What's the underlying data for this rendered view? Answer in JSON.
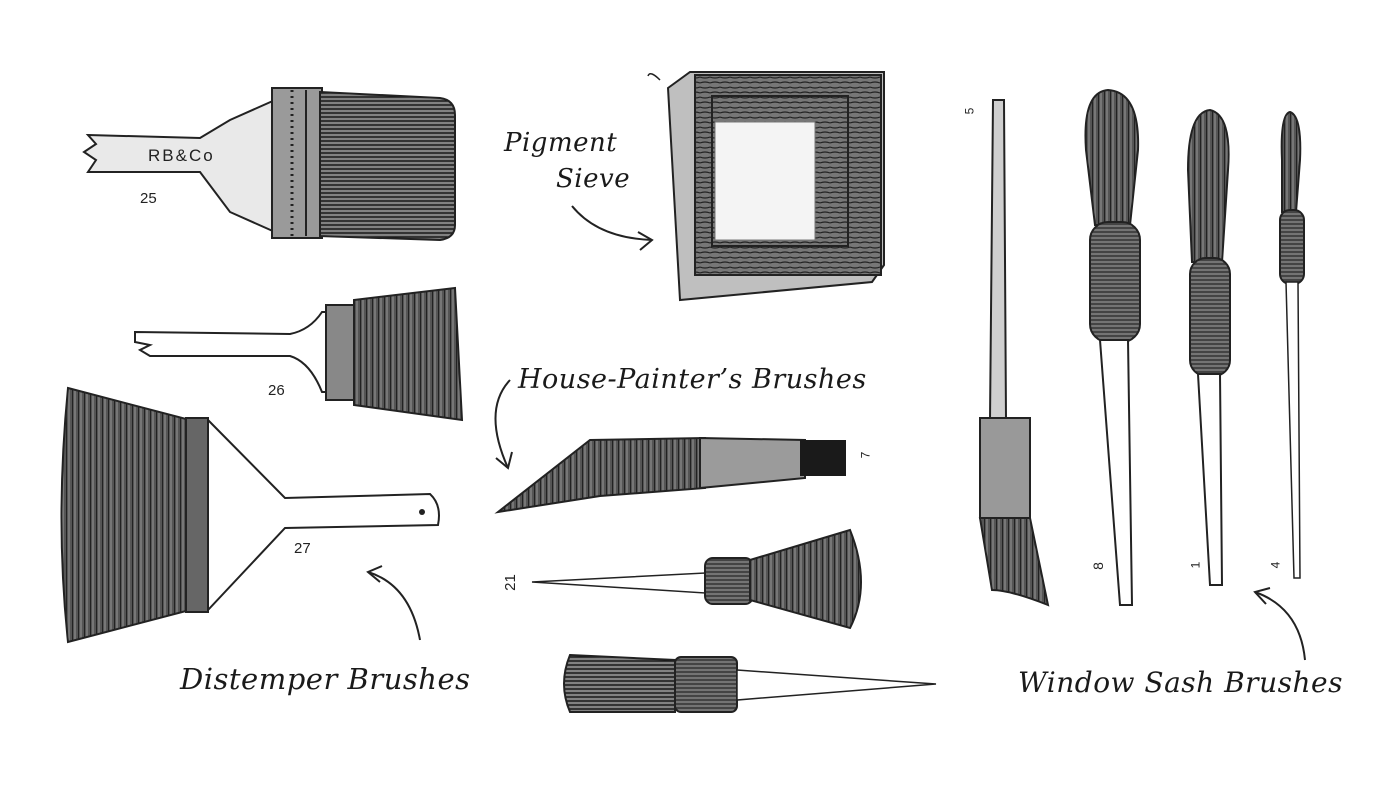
{
  "captions": {
    "pigment_sieve_line1": "Pigment",
    "pigment_sieve_line2": "Sieve",
    "house_painters": "House-Painter’s Brushes",
    "distemper": "Distemper Brushes",
    "window_sash": "Window Sash Brushes"
  },
  "brush_numbers": {
    "brush_25": "25",
    "brush_26": "26",
    "brush_27": "27",
    "brush_21": "21",
    "brush_7": "7",
    "brush_5": "5",
    "brush_8": "8",
    "brush_1": "1",
    "brush_4": "4"
  },
  "stamp_text": "RB&Co",
  "colors": {
    "ink": "#1a1a1a",
    "background": "#ffffff",
    "bristle_dark": "#3a3a3a",
    "bristle_light": "#8a8a8a"
  }
}
